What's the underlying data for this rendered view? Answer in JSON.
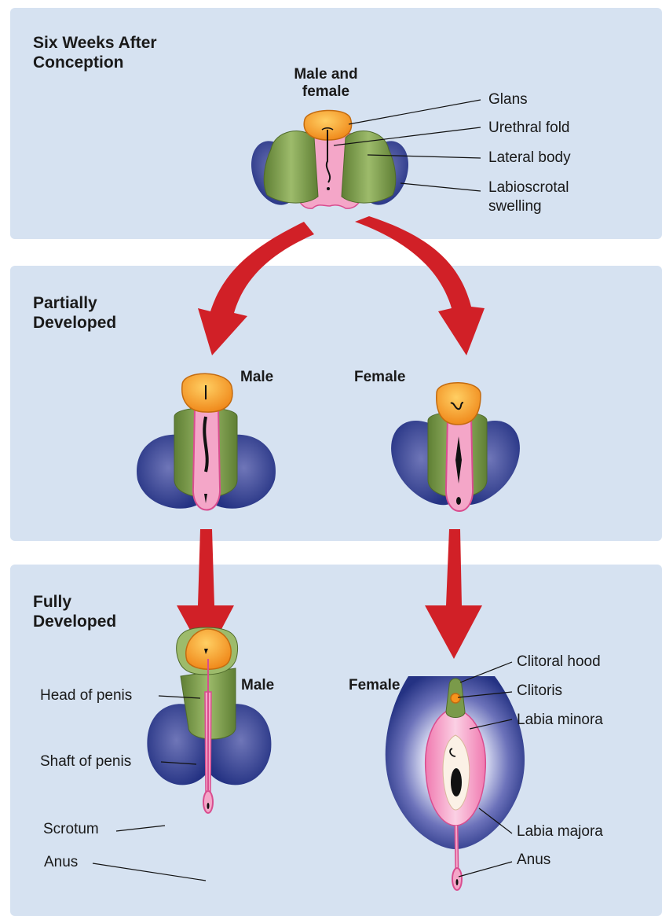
{
  "panels": {
    "top": {
      "title_line1": "Six Weeks After",
      "title_line2": "Conception"
    },
    "middle": {
      "title_line1": "Partially",
      "title_line2": "Developed"
    },
    "bottom": {
      "title_line1": "Fully",
      "title_line2": "Developed"
    }
  },
  "stage1": {
    "figure_title_line1": "Male and",
    "figure_title_line2": "female",
    "labels": {
      "glans": "Glans",
      "urethral_fold": "Urethral fold",
      "lateral_body": "Lateral body",
      "labioscrotal_line1": "Labioscrotal",
      "labioscrotal_line2": "swelling"
    }
  },
  "stage2": {
    "male_title": "Male",
    "female_title": "Female"
  },
  "stage3": {
    "male_title": "Male",
    "female_title": "Female",
    "male_labels": {
      "head": "Head of penis",
      "shaft": "Shaft of penis",
      "scrotum": "Scrotum",
      "anus": "Anus"
    },
    "female_labels": {
      "clitoral_hood": "Clitoral hood",
      "clitoris": "Clitoris",
      "labia_minora": "Labia minora",
      "labia_majora": "Labia majora",
      "anus": "Anus"
    }
  },
  "colors": {
    "panel_bg": "#d6e2f1",
    "arrow": "#d12027",
    "glans_orange": "#f7941d",
    "body_green": "#7a9a4a",
    "swelling_blue": "#2e3a8c",
    "fold_pink": "#f4a6c8"
  }
}
